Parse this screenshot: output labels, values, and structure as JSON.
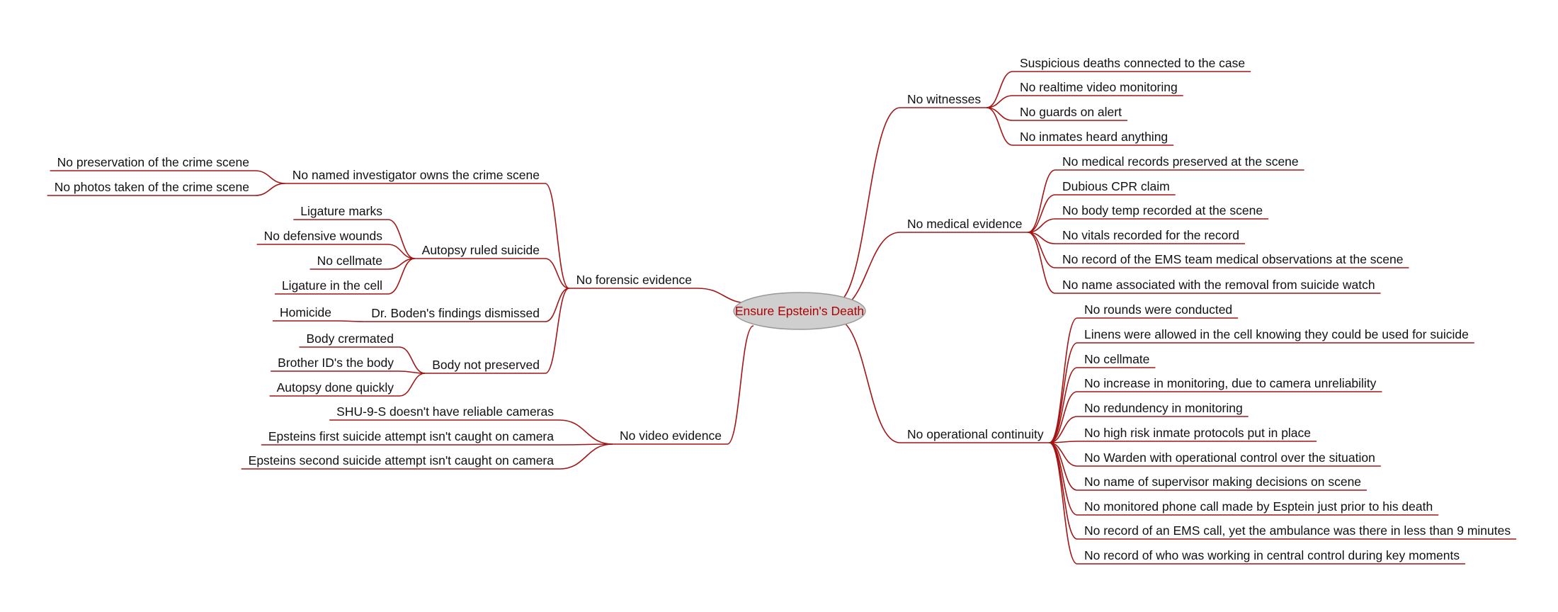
{
  "colors": {
    "line": "#a31515",
    "root_text": "#b00000",
    "root_fill": "#cfcfcf",
    "root_stroke": "#999999"
  },
  "root": {
    "label": "Ensure Epstein's Death"
  },
  "right": [
    {
      "label": "No witnesses",
      "children": [
        {
          "label": "Suspicious deaths connected to the case"
        },
        {
          "label": "No realtime video monitoring"
        },
        {
          "label": "No guards on alert"
        },
        {
          "label": "No inmates heard anything"
        }
      ]
    },
    {
      "label": "No medical evidence",
      "children": [
        {
          "label": "No medical records preserved at the scene"
        },
        {
          "label": "Dubious CPR claim"
        },
        {
          "label": "No body temp recorded at the scene"
        },
        {
          "label": "No vitals recorded for the record"
        },
        {
          "label": "No record of the EMS team medical observations at the scene"
        },
        {
          "label": "No name associated with the removal from suicide watch"
        }
      ]
    },
    {
      "label": "No operational continuity",
      "children": [
        {
          "label": "No rounds were conducted"
        },
        {
          "label": "Linens were allowed in the cell knowing they could be used for suicide"
        },
        {
          "label": "No cellmate"
        },
        {
          "label": "No increase in monitoring, due to camera unreliability"
        },
        {
          "label": "No redundency in monitoring"
        },
        {
          "label": "No high risk inmate protocols put in place"
        },
        {
          "label": "No Warden with operational control over the situation"
        },
        {
          "label": "No name of supervisor making decisions on scene"
        },
        {
          "label": "No monitored phone call made by Esptein just prior to his death"
        },
        {
          "label": "No record of an EMS call, yet the ambulance was there in less than 9 minutes"
        },
        {
          "label": "No record of who was working in central control during key moments"
        }
      ]
    }
  ],
  "left": [
    {
      "label": "No forensic evidence",
      "children": [
        {
          "label": "No named investigator owns the crime scene",
          "children": [
            {
              "label": "No preservation of the crime scene"
            },
            {
              "label": "No photos taken of the crime scene"
            }
          ]
        },
        {
          "label": "Autopsy ruled suicide",
          "children": [
            {
              "label": "Ligature marks"
            },
            {
              "label": "No defensive wounds"
            },
            {
              "label": "No cellmate"
            },
            {
              "label": "Ligature in the cell"
            }
          ]
        },
        {
          "label": "Dr. Boden's findings dismissed",
          "children": [
            {
              "label": "Homicide"
            }
          ]
        },
        {
          "label": "Body not preserved",
          "children": [
            {
              "label": "Body crermated"
            },
            {
              "label": "Brother ID's the body"
            },
            {
              "label": "Autopsy done quickly"
            }
          ]
        }
      ]
    },
    {
      "label": "No video evidence",
      "children": [
        {
          "label": "SHU-9-S doesn't have reliable cameras"
        },
        {
          "label": "Epsteins first suicide attempt isn't caught on camera"
        },
        {
          "label": "Epsteins second suicide attempt isn't caught on camera"
        }
      ]
    }
  ]
}
